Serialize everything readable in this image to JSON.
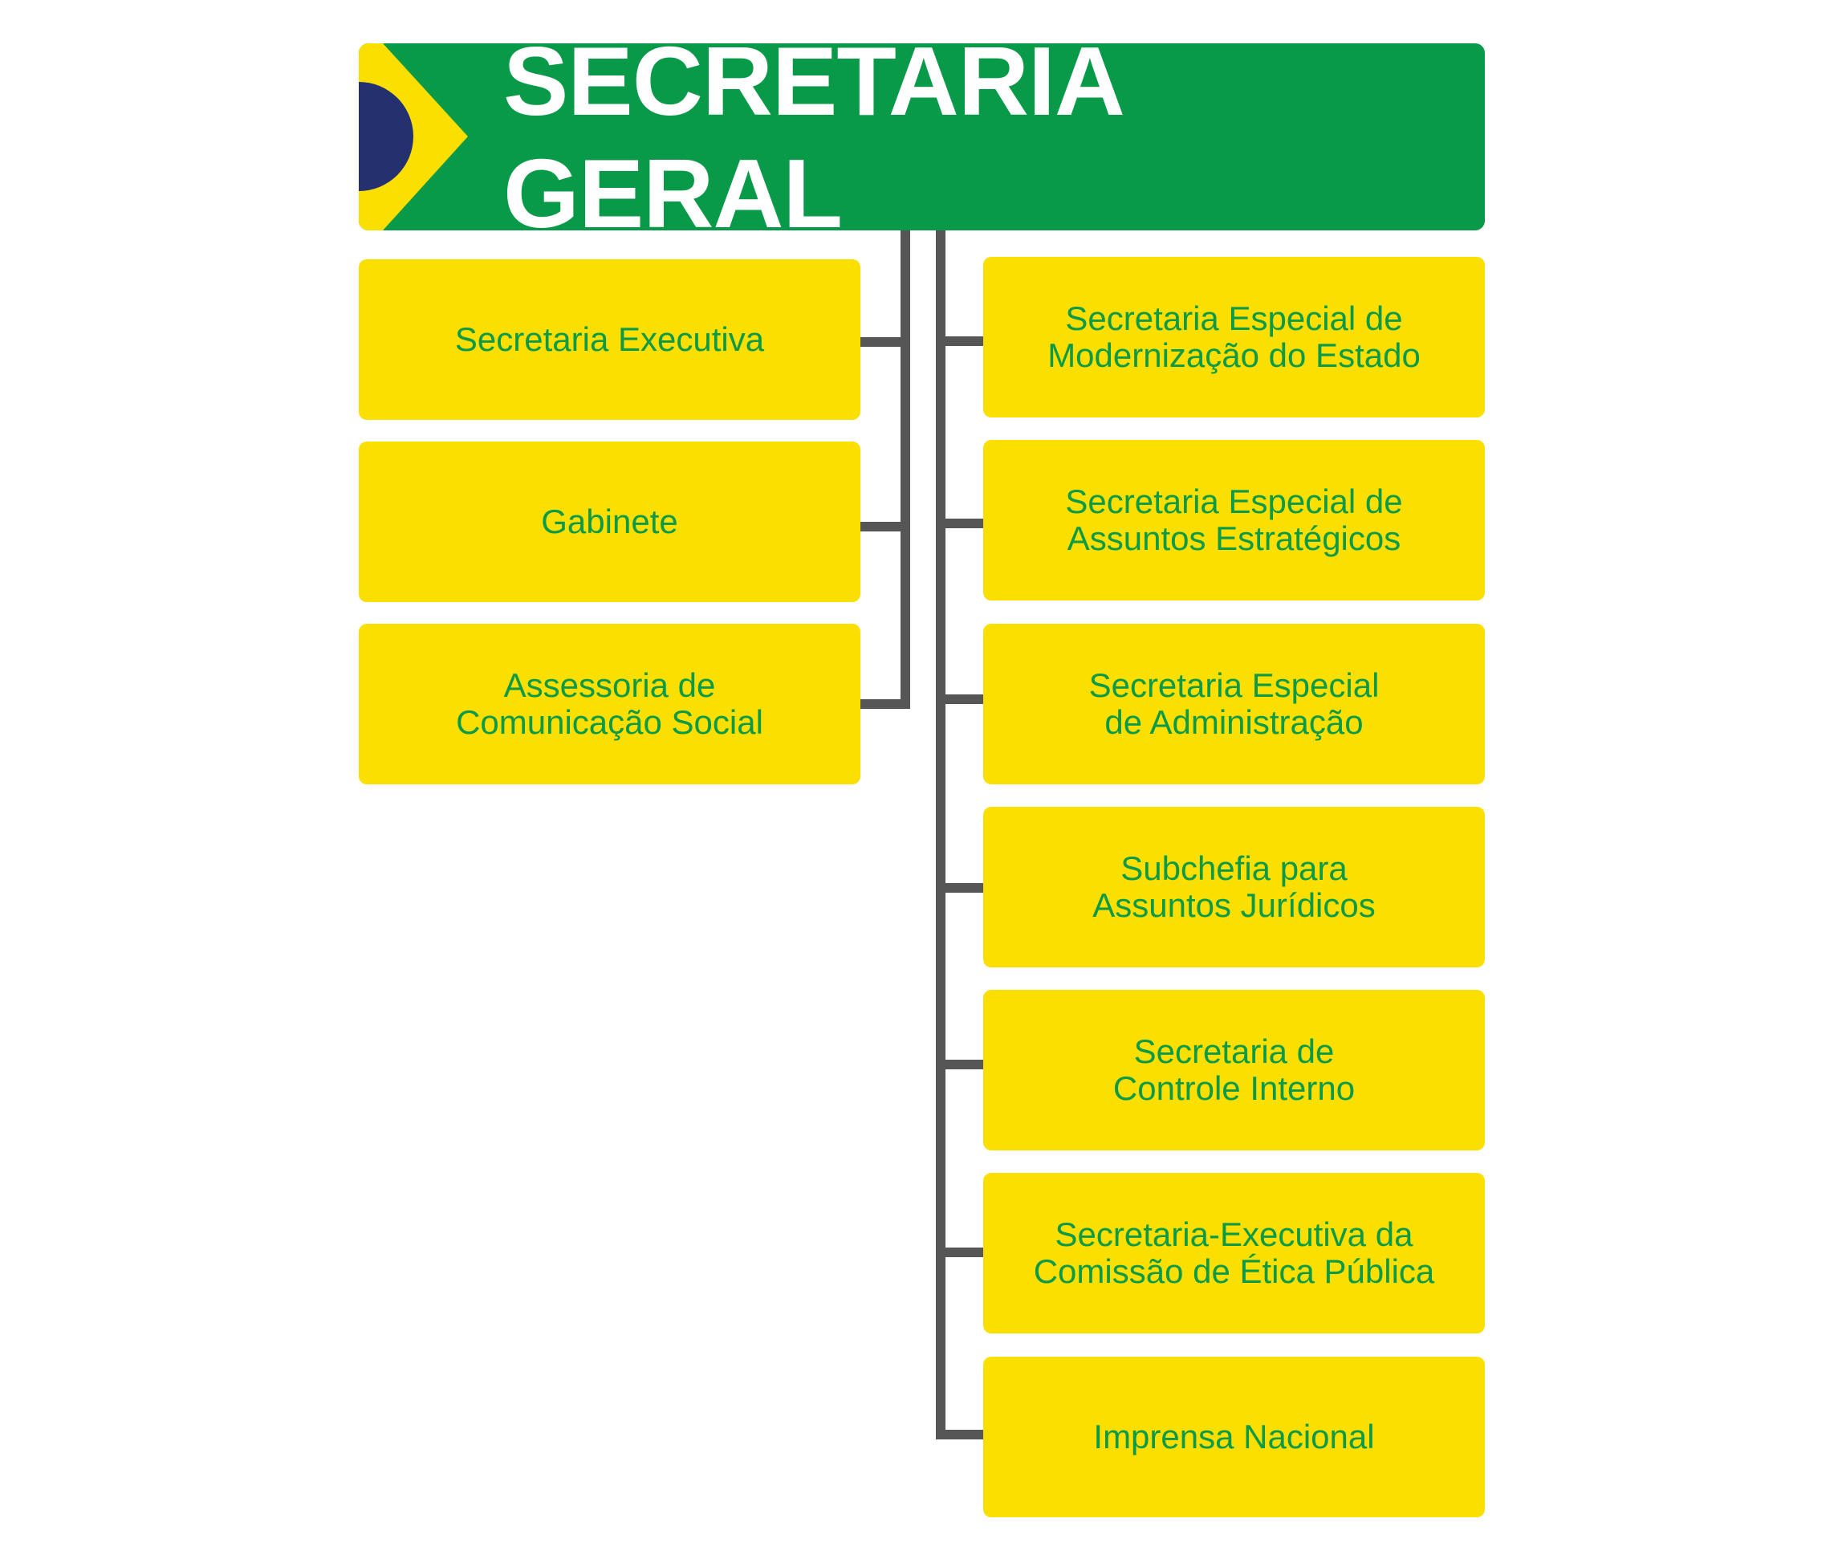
{
  "title": "SECRETARIA GERAL",
  "colors": {
    "green": "#089a48",
    "yellow": "#fadf00",
    "blue": "#25316f",
    "connector": "#565656"
  },
  "left_units": [
    {
      "label": "Secretaria Executiva"
    },
    {
      "label": "Gabinete"
    },
    {
      "label": "Assessoria de\nComunicação Social"
    }
  ],
  "right_units": [
    {
      "label": "Secretaria Especial de\nModernização do Estado"
    },
    {
      "label": "Secretaria Especial de\nAssuntos Estratégicos"
    },
    {
      "label": "Secretaria Especial\nde Administração"
    },
    {
      "label": "Subchefia para\nAssuntos Jurídicos"
    },
    {
      "label": "Secretaria de\nControle Interno"
    },
    {
      "label": "Secretaria-Executiva da\nComissão de Ética Pública"
    },
    {
      "label": "Imprensa Nacional"
    }
  ]
}
